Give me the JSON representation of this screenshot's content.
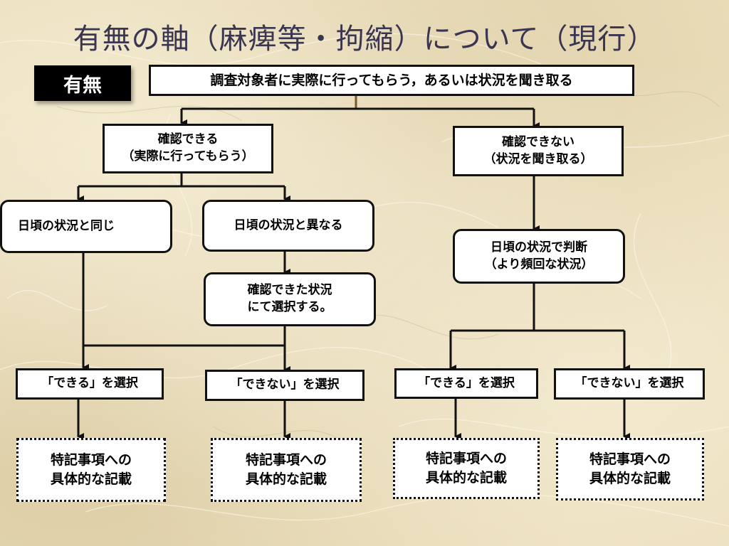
{
  "slide": {
    "title": "有無の軸（麻痺等・拘縮）について（現行）",
    "tag": "有無"
  },
  "flow": {
    "root": "調査対象者に実際に行ってもらう，あるいは状況を聞き取る",
    "left_branch": {
      "line1": "確認できる",
      "line2": "（実際に行ってもらう）"
    },
    "right_branch": {
      "line1": "確認できない",
      "line2": "（状況を聞き取る）"
    },
    "same_as_usual": "日頃の状況と同じ",
    "differs_from_usual": "日頃の状況と異なる",
    "select_confirmed": {
      "line1": "確認できた状況",
      "line2": "にて選択する。"
    },
    "judge_usual": {
      "line1": "日頃の状況で判断",
      "line2": "（より頻回な状況）"
    },
    "choice_can_1": "「できる」を選択",
    "choice_cannot_1": "「できない」を選択",
    "choice_can_2": "「できる」を選択",
    "choice_cannot_2": "「できない」を選択",
    "note_1": {
      "line1": "特記事項への",
      "line2": "具体的な記載"
    },
    "note_2": {
      "line1": "特記事項への",
      "line2": "具体的な記載"
    },
    "note_3": {
      "line1": "特記事項への",
      "line2": "具体的な記載"
    },
    "note_4": {
      "line1": "特記事項への",
      "line2": "具体的な記載"
    }
  },
  "colors": {
    "background": "#e9dcb8",
    "title_text": "#3a3550",
    "box_fill": "#ffffff",
    "line": "#111111",
    "tag_fill": "#000000"
  }
}
